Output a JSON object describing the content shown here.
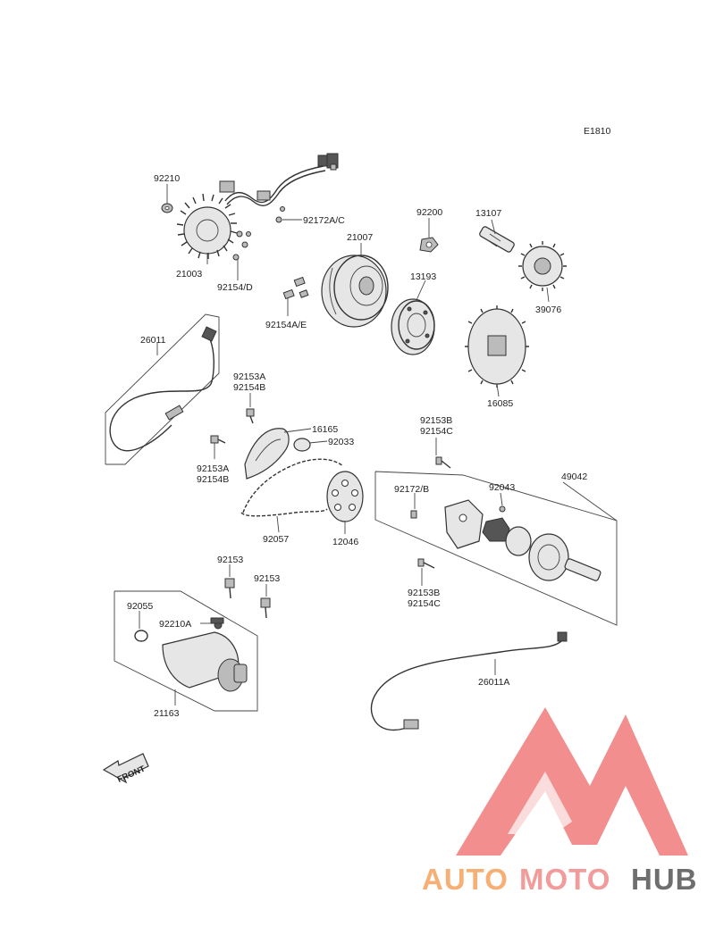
{
  "diagram": {
    "code": "E1810",
    "labels": {
      "p92210": "92210",
      "p92172AC": "92172A/C",
      "p21003": "21003",
      "p92154D": "92154/D",
      "p21007": "21007",
      "p92154AE": "92154A/E",
      "p92200": "92200",
      "p13193": "13193",
      "p13107": "13107",
      "p39076": "39076",
      "p16085": "16085",
      "p26011": "26011",
      "p92153A_top": "92153A",
      "p92154B_top": "92154B",
      "p16165": "16165",
      "p92033": "92033",
      "p92153A_bot": "92153A",
      "p92154B_bot": "92154B",
      "p92057": "92057",
      "p12046": "12046",
      "p92153B_top": "92153B",
      "p92154C_top": "92154C",
      "p49042": "49042",
      "p92172B": "92172/B",
      "p92043": "92043",
      "p92153B_bot": "92153B",
      "p92154C_bot": "92154C",
      "p92153_a": "92153",
      "p92153_b": "92153",
      "p92055": "92055",
      "p92210A": "92210A",
      "p21163": "21163",
      "p26011A": "26011A",
      "front": "FRONT"
    }
  },
  "watermark": {
    "word_auto": "AUTO",
    "word_moto": "MOTO",
    "word_hub": "HUB",
    "colors": {
      "auto": "#f5a25d",
      "moto": "#f08a8a",
      "hub": "#555555",
      "triangle": "#f27b7b"
    }
  }
}
